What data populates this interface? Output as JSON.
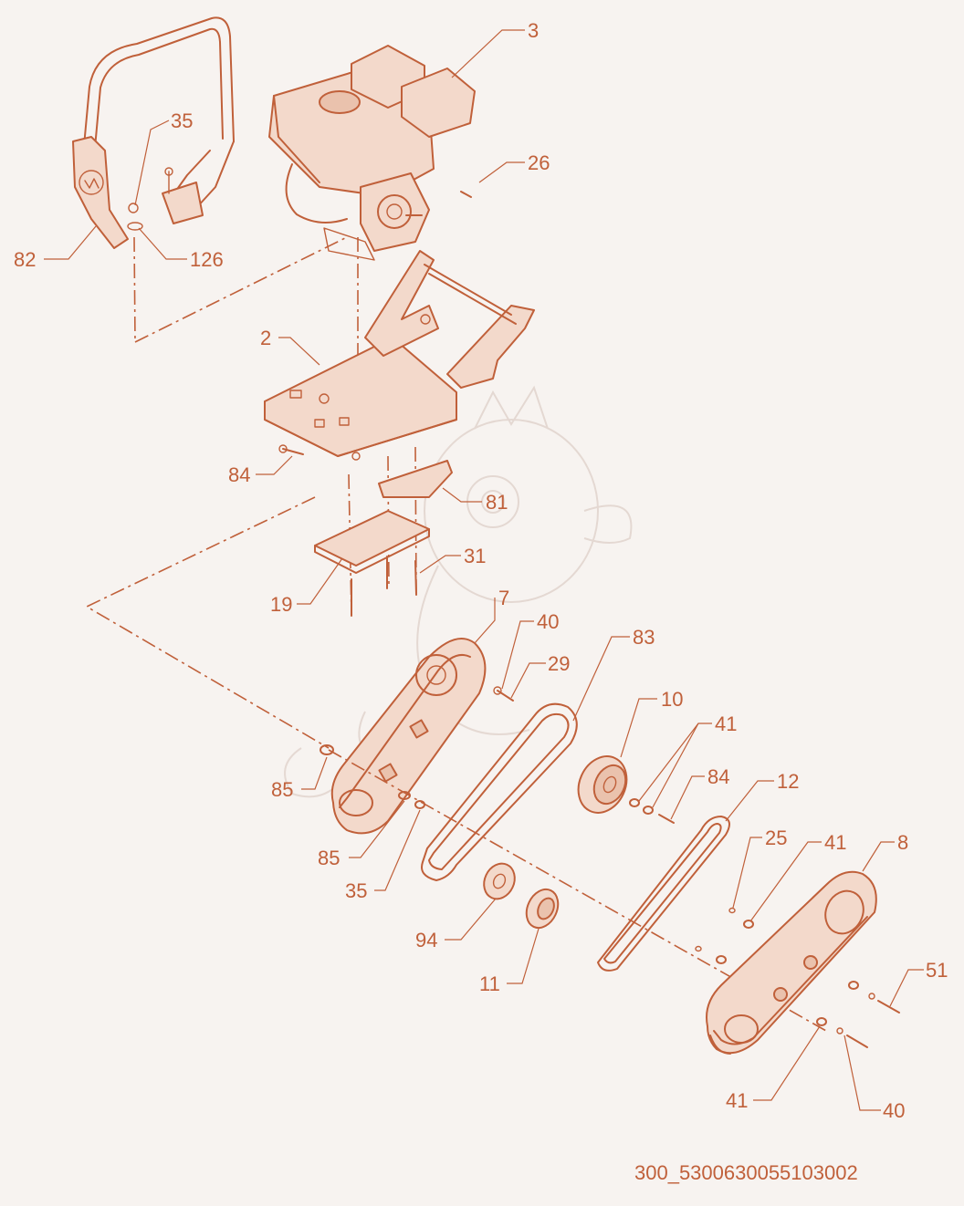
{
  "callouts": [
    {
      "id": "c3",
      "label": "3"
    },
    {
      "id": "c35a",
      "label": "35"
    },
    {
      "id": "c26",
      "label": "26"
    },
    {
      "id": "c82",
      "label": "82"
    },
    {
      "id": "c126",
      "label": "126"
    },
    {
      "id": "c2",
      "label": "2"
    },
    {
      "id": "c84a",
      "label": "84"
    },
    {
      "id": "c81",
      "label": "81"
    },
    {
      "id": "c31",
      "label": "31"
    },
    {
      "id": "c19",
      "label": "19"
    },
    {
      "id": "c7",
      "label": "7"
    },
    {
      "id": "c40a",
      "label": "40"
    },
    {
      "id": "c29",
      "label": "29"
    },
    {
      "id": "c83",
      "label": "83"
    },
    {
      "id": "c10",
      "label": "10"
    },
    {
      "id": "c41a",
      "label": "41"
    },
    {
      "id": "c84b",
      "label": "84"
    },
    {
      "id": "c12",
      "label": "12"
    },
    {
      "id": "c85a",
      "label": "85"
    },
    {
      "id": "c85b",
      "label": "85"
    },
    {
      "id": "c35b",
      "label": "35"
    },
    {
      "id": "c25",
      "label": "25"
    },
    {
      "id": "c41b",
      "label": "41"
    },
    {
      "id": "c8",
      "label": "8"
    },
    {
      "id": "c94",
      "label": "94"
    },
    {
      "id": "c11",
      "label": "11"
    },
    {
      "id": "c51",
      "label": "51"
    },
    {
      "id": "c41c",
      "label": "41"
    },
    {
      "id": "c40b",
      "label": "40"
    }
  ],
  "diagram_code": "300_5300630055103002",
  "colors": {
    "line": "#c0603a",
    "background": "#f7f3f0"
  }
}
